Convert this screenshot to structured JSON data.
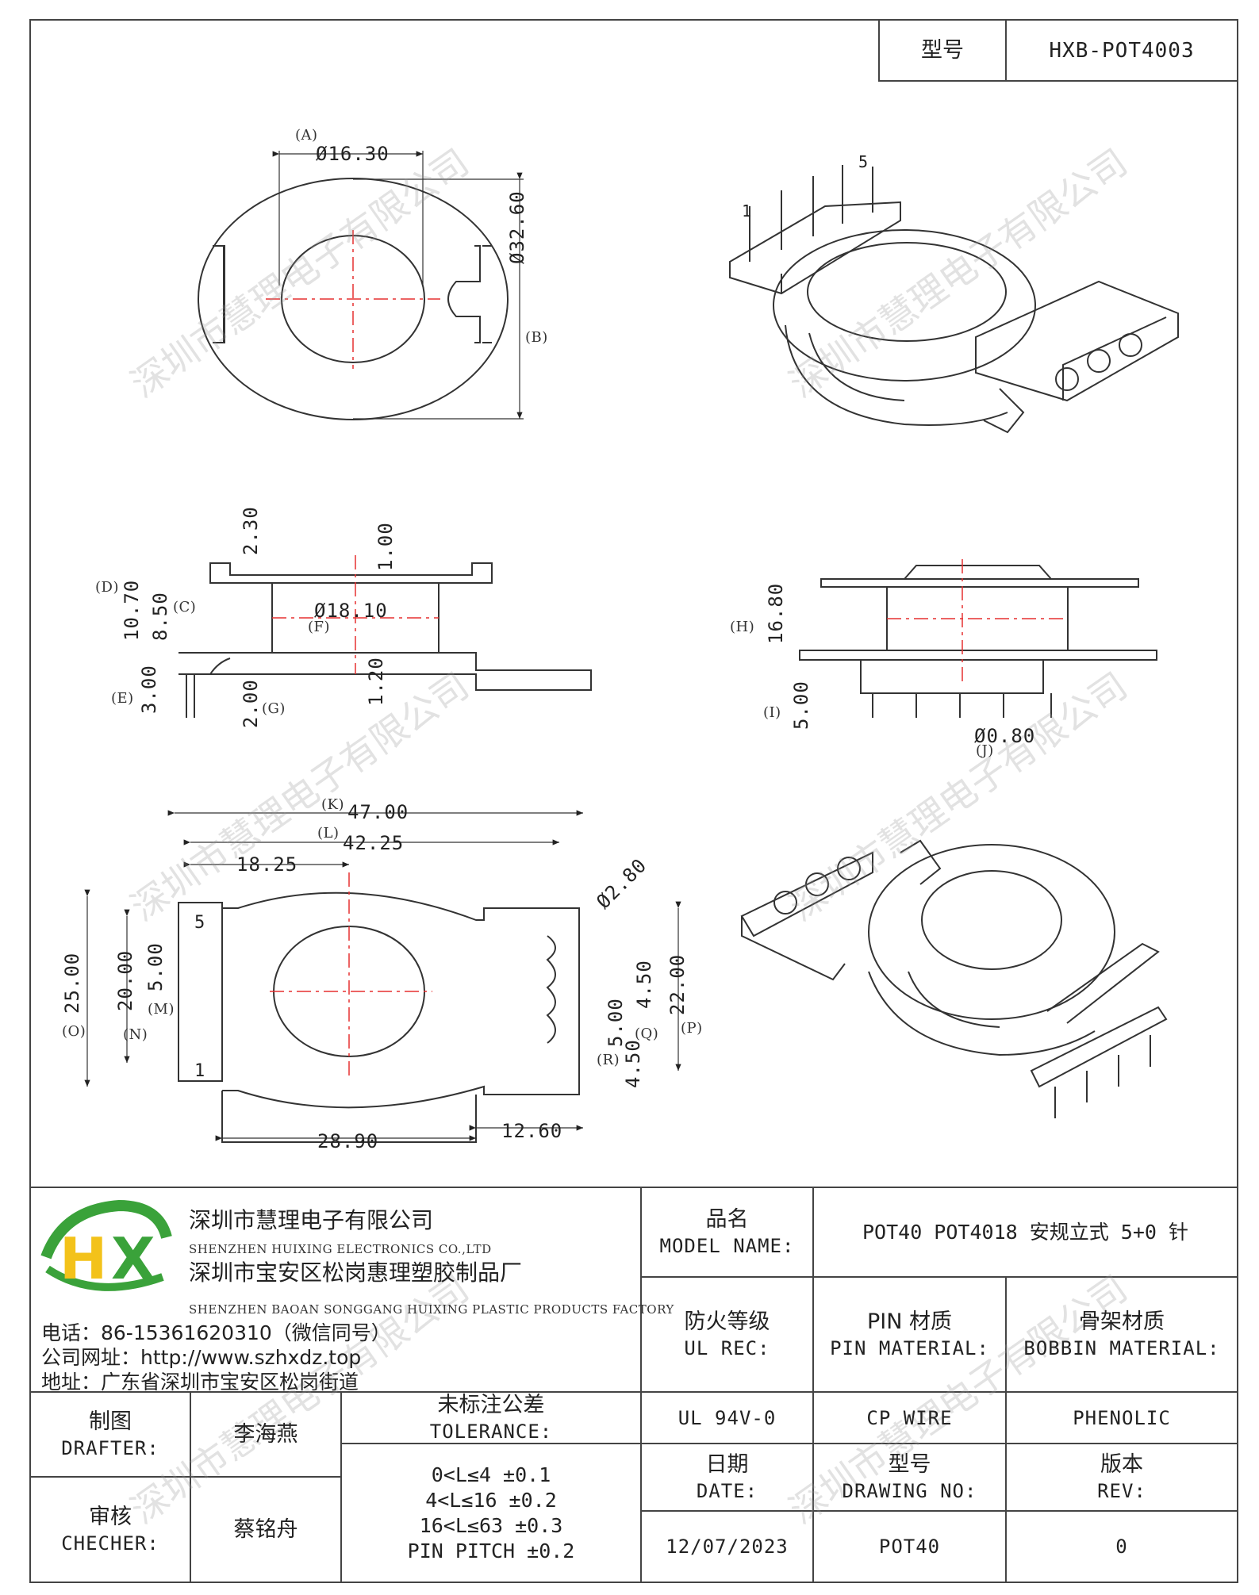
{
  "model_label": "型号",
  "model_value": "HXB-POT4003",
  "dimensions": {
    "A": "(A)",
    "A_val": "Ø16.30",
    "B": "(B)",
    "B_val": "Ø32.60",
    "C": "(C)",
    "C_val": "8.50",
    "D": "(D)",
    "D_val": "10.70",
    "E": "(E)",
    "E_val": "3.00",
    "F": "(F)",
    "F_val": "Ø18.10",
    "G": "(G)",
    "G_val": "2.00",
    "top_230": "2.30",
    "top_100": "1.00",
    "mid_120": "1.20",
    "H": "(H)",
    "H_val": "16.80",
    "I": "(I)",
    "I_val": "5.00",
    "J": "(J)",
    "J_val": "Ø0.80",
    "K": "(K)",
    "K_val": "47.00",
    "L": "(L)",
    "L_val": "42.25",
    "val_1825": "18.25",
    "diam_280": "Ø2.80",
    "M": "(M)",
    "M_val": "5.00",
    "N": "(N)",
    "N_val": "20.00",
    "O": "(O)",
    "O_val": "25.00",
    "P": "(P)",
    "P_val": "22.00",
    "Q": "(Q)",
    "Q_val": "4.50",
    "R": "(R)",
    "R_val": "5.00",
    "R2_val": "4.50",
    "val_2890": "28.90",
    "val_1260": "12.60",
    "pin1": "1",
    "pin5": "5",
    "pin1b": "1",
    "pin5b": "5"
  },
  "watermark": "深圳市慧理电子有限公司",
  "company": {
    "name_cn": "深圳市慧理电子有限公司",
    "name_en": "SHENZHEN HUIXING ELECTRONICS CO.,LTD",
    "factory_cn": "深圳市宝安区松岗惠理塑胶制品厂",
    "factory_en": "SHENZHEN BAOAN SONGGANG HUIXING PLASTIC PRODUCTS FACTORY",
    "phone": "电话：86-15361620310（微信同号）",
    "website": "公司网址：http://www.szhxdz.top",
    "address": "地址：广东省深圳市宝安区松岗街道",
    "logo_text": "HX",
    "logo_green": "#3aa23a",
    "logo_yellow": "#f3c21a"
  },
  "table": {
    "model_name_cn": "品名",
    "model_name_en": "MODEL NAME:",
    "model_name_value": "POT40 POT4018 安规立式 5+0 针",
    "fire_cn": "防火等级",
    "fire_en": "UL REC:",
    "pin_cn": "PIN 材质",
    "pin_en": "PIN MATERIAL:",
    "bobbin_cn": "骨架材质",
    "bobbin_en": "BOBBIN MATERIAL:",
    "fire_value": "UL 94V-0",
    "pin_value": "CP WIRE",
    "bobbin_value": "PHENOLIC",
    "drafter_cn": "制图",
    "drafter_en": "DRAFTER:",
    "drafter_name": "李海燕",
    "checker_cn": "审核",
    "checker_en": "CHECHER:",
    "checker_name": "蔡铭舟",
    "tol_cn": "未标注公差",
    "tol_en": "TOLERANCE:",
    "tol_lines": [
      "0<L≤4  ±0.1",
      "4<L≤16 ±0.2",
      "16<L≤63 ±0.3",
      "PIN PITCH ±0.2"
    ],
    "date_cn": "日期",
    "date_en": "DATE:",
    "dwg_cn": "型号",
    "dwg_en": "DRAWING NO:",
    "rev_cn": "版本",
    "rev_en": "REV:",
    "date_value": "12/07/2023",
    "dwg_value": "POT40",
    "rev_value": "0"
  }
}
